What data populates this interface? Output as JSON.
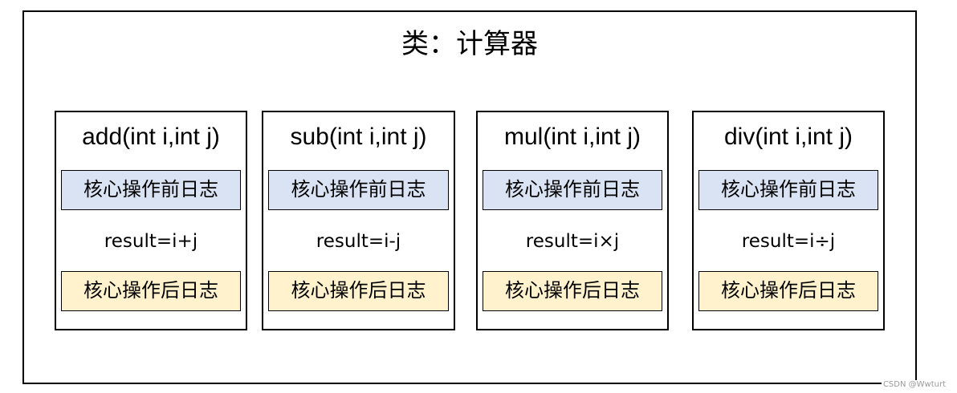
{
  "title": "类：计算器",
  "colors": {
    "before_log_fill": "#dae3f3",
    "after_log_fill": "#fff2cc",
    "border": "#000000"
  },
  "methods": [
    {
      "signature": "add(int i,int j)",
      "before_log": "核心操作前日志",
      "result": "result=i+j",
      "after_log": "核心操作后日志"
    },
    {
      "signature": "sub(int i,int j)",
      "before_log": "核心操作前日志",
      "result": "result=i-j",
      "after_log": "核心操作后日志"
    },
    {
      "signature": "mul(int i,int j)",
      "before_log": "核心操作前日志",
      "result": "result=i×j",
      "after_log": "核心操作后日志"
    },
    {
      "signature": "div(int i,int j)",
      "before_log": "核心操作前日志",
      "result": "result=i÷j",
      "after_log": "核心操作后日志"
    }
  ],
  "watermark": "CSDN @Wwturt"
}
